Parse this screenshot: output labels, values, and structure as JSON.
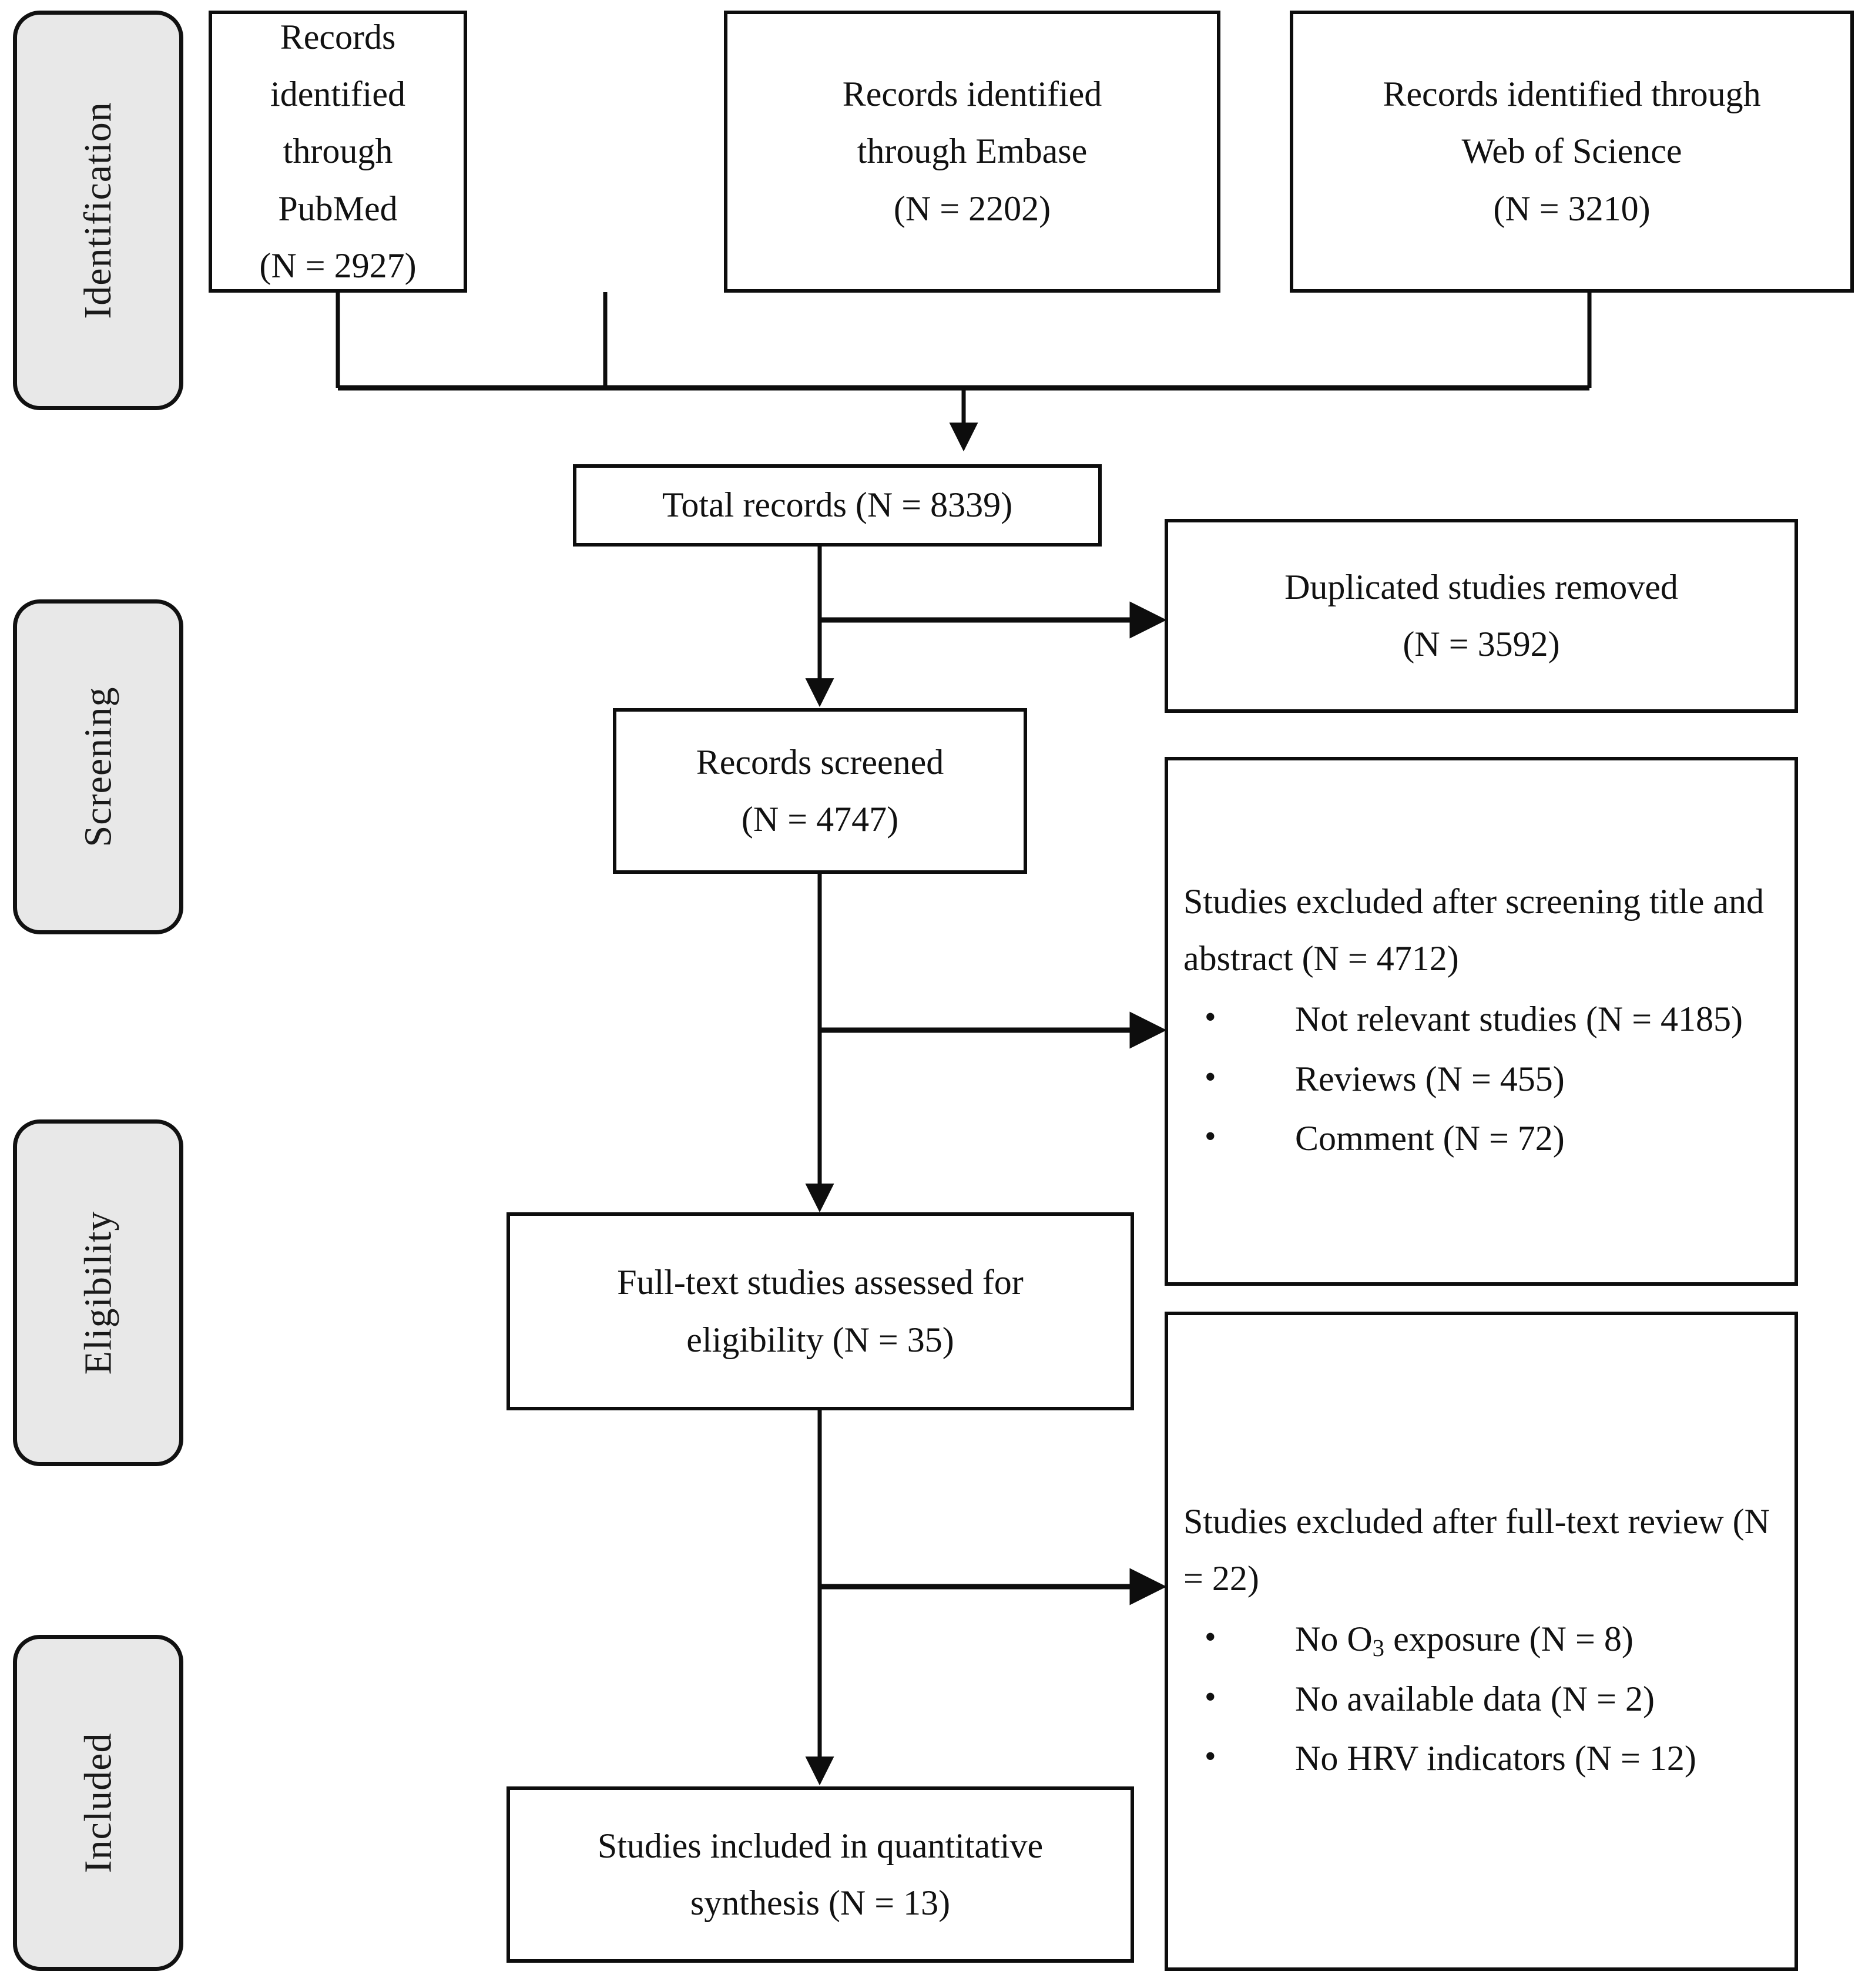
{
  "diagram": {
    "type": "prisma-flow-diagram",
    "stages": [
      {
        "id": "identification",
        "label": "Identification"
      },
      {
        "id": "screening",
        "label": "Screening"
      },
      {
        "id": "eligibility",
        "label": "Eligibility"
      },
      {
        "id": "included",
        "label": "Included"
      }
    ],
    "sources": [
      {
        "id": "pubmed",
        "line1": "Records identified",
        "line2": "through PubMed",
        "line3": "(N = 2927)",
        "count": 2927
      },
      {
        "id": "embase",
        "line1": "Records identified",
        "line2": "through Embase",
        "line3": "(N = 2202)",
        "count": 2202
      },
      {
        "id": "web-of-science",
        "line1": "Records identified through",
        "line2": "Web of Science",
        "line3": "(N = 3210)",
        "count": 3210
      }
    ],
    "total_records": {
      "line1": "Total records (N = 8339)",
      "count": 8339
    },
    "duplicates": {
      "line1": "Duplicated studies removed",
      "line2": "(N = 3592)",
      "count": 3592
    },
    "records_screened": {
      "line1": "Records screened",
      "line2": "(N = 4747)",
      "count": 4747
    },
    "screening_excluded": {
      "head_line1": "Studies excluded after screening",
      "head_line2": "title and abstract (N = 4712)",
      "count": 4712,
      "bullet_glyph": "•",
      "items": [
        {
          "text_a": "Not relevant studies (N =",
          "text_b": "4185)",
          "count": 4185
        },
        {
          "text_a": "Reviews (N = 455)",
          "text_b": "",
          "count": 455
        },
        {
          "text_a": "Comment (N = 72)",
          "text_b": "",
          "count": 72
        }
      ]
    },
    "full_text": {
      "line1": "Full-text studies assessed for",
      "line2": "eligibility (N = 35)",
      "count": 35
    },
    "fulltext_excluded": {
      "head_line1": "Studies excluded after full-text",
      "head_line2": "review (N = 22)",
      "count": 22,
      "bullet_glyph": "•",
      "items": [
        {
          "text_a": "No O",
          "sub": "3",
          "text_b": " exposure (N = 8)",
          "count": 8
        },
        {
          "text_a": "No available data (N = 2)",
          "sub": "",
          "text_b": "",
          "count": 2
        },
        {
          "text_a": "No HRV indicators (N =",
          "sub": "",
          "text_b": "",
          "cont": "12)",
          "count": 12
        }
      ]
    },
    "included_final": {
      "line1": "Studies included in quantitative",
      "line2": "synthesis (N = 13)",
      "count": 13
    }
  },
  "colors": {
    "stroke": "#0d0d0d",
    "pill_fill": "#e8e8e8",
    "box_fill": "#ffffff",
    "text": "#111111"
  }
}
